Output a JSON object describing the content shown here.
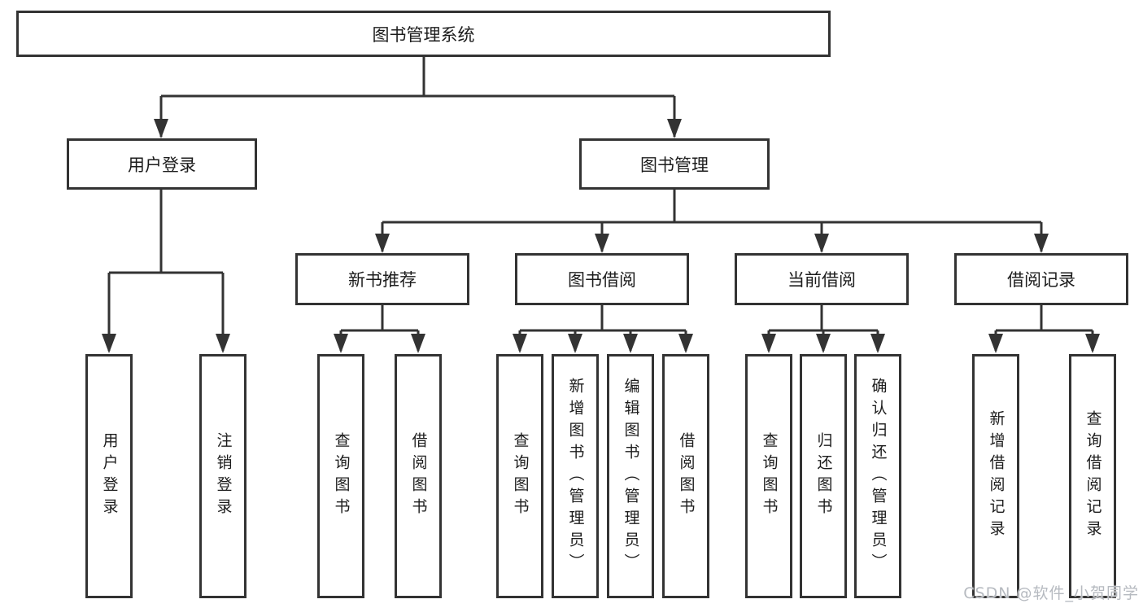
{
  "diagram": {
    "root": {
      "label": "图书管理系统"
    },
    "level2": [
      {
        "label": "用户登录"
      },
      {
        "label": "图书管理"
      }
    ],
    "level3": [
      {
        "label": "新书推荐"
      },
      {
        "label": "图书借阅"
      },
      {
        "label": "当前借阅"
      },
      {
        "label": "借阅记录"
      }
    ],
    "leaves": {
      "user_login": [
        "用户登录",
        "注销登录"
      ],
      "new_book": [
        "查询图书",
        "借阅图书"
      ],
      "book_borrow": [
        "查询图书",
        "新增图书（管理员）",
        "编辑图书（管理员）",
        "借阅图书"
      ],
      "current_borrow": [
        "查询图书",
        "归还图书",
        "确认归还（管理员）"
      ],
      "borrow_record": [
        "新增借阅记录",
        "查询借阅记录"
      ]
    }
  },
  "watermark": {
    "text": "CSDN @软件_小贺同学"
  },
  "colors": {
    "line": "#333333",
    "box_border": "#333333",
    "text": "#1c1c1c",
    "background": "#ffffff",
    "watermark": "#b6bac0"
  }
}
